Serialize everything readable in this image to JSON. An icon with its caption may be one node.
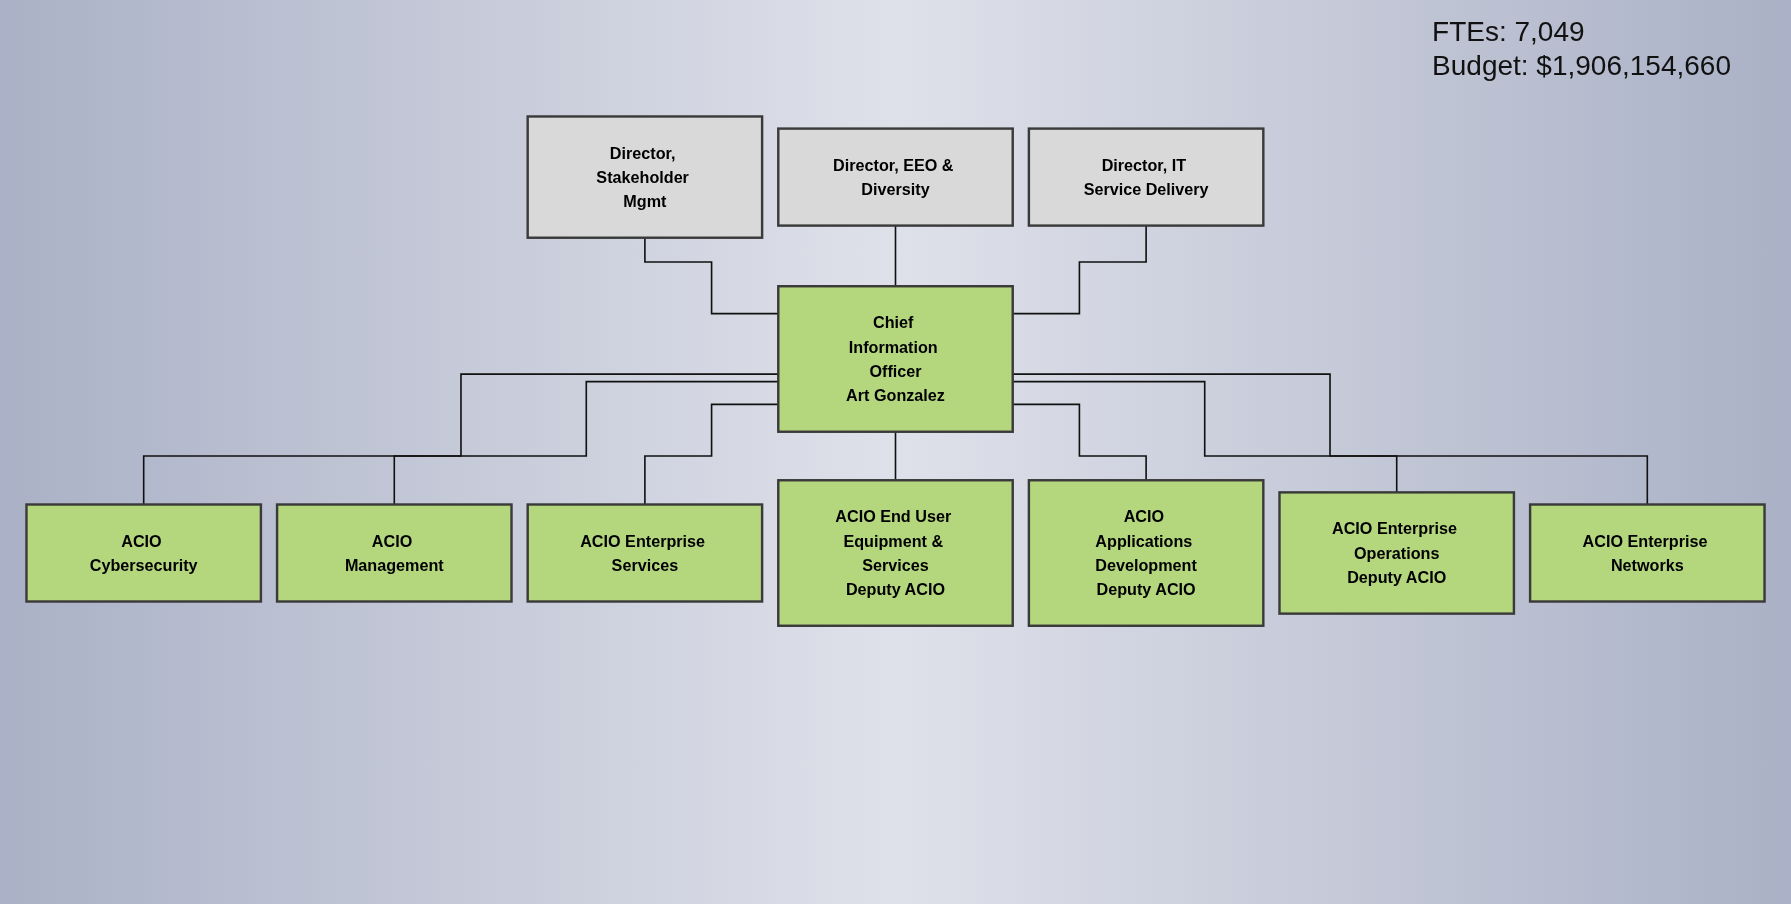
{
  "diagram": {
    "nodes": [
      {
        "text": [
          "Director, Stakeholder Mgmt"
        ]
      },
      {
        "text": [
          "Chief Information Officer",
          "Art Gonzalez"
        ]
      },
      {
        "text": [
          "Director, IT Service Delivery"
        ]
      },
      {
        "text": [
          "Director, EEO & Diversity"
        ]
      },
      {
        "text": [
          "ACIO Cybersecurity"
        ]
      },
      {
        "text": [
          "ACIO Management"
        ]
      },
      {
        "text": [
          "ACIO Enterprise Services"
        ]
      },
      {
        "text": [
          "ACIO End User Equipment & Services",
          "Deputy ACIO"
        ]
      },
      {
        "text": [
          "ACIO Applications Development",
          "Deputy ACIO"
        ]
      },
      {
        "text": [
          "ACIO Enterprise Operations",
          "Deputy ACIO"
        ]
      },
      {
        "text": [
          "ACIO Enterprise Networks"
        ]
      }
    ],
    "edges": [
      {
        "from": 0,
        "to": 1,
        "arrow": "none"
      },
      {
        "from": 3,
        "to": 1,
        "arrow": "none"
      },
      {
        "from": 2,
        "to": 1,
        "arrow": "none"
      },
      {
        "from": 1,
        "to": 4,
        "arrow": "none"
      },
      {
        "from": 1,
        "to": 5,
        "arrow": "none"
      },
      {
        "from": 1,
        "to": 6,
        "arrow": "none"
      },
      {
        "from": 1,
        "to": 7,
        "arrow": "none"
      },
      {
        "from": 1,
        "to": 8,
        "arrow": "none"
      },
      {
        "from": 1,
        "to": 9,
        "arrow": "none"
      },
      {
        "from": 1,
        "to": 10,
        "arrow": "none"
      }
    ],
    "labels": [
      "FTEs: 7,049",
      "Budget: $1,906,154,660"
    ]
  }
}
